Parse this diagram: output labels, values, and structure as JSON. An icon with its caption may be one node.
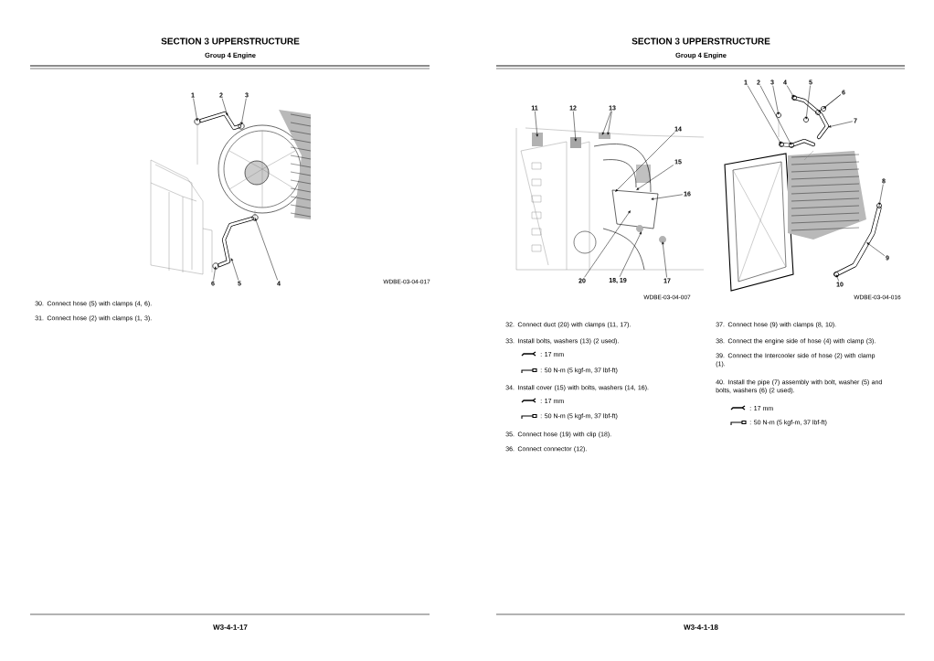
{
  "diagram": {
    "nodes": [
      {
        "text": [
          "1"
        ]
      },
      {
        "text": [
          "2"
        ]
      },
      {
        "text": [
          "3"
        ]
      },
      {
        "text": [
          "6"
        ]
      },
      {
        "text": [
          "5"
        ]
      },
      {
        "text": [
          "4"
        ]
      },
      {
        "text": [
          "11"
        ]
      },
      {
        "text": [
          "12"
        ]
      },
      {
        "text": [
          "13"
        ]
      },
      {
        "text": [
          "14"
        ]
      },
      {
        "text": [
          "15"
        ]
      },
      {
        "text": [
          "16"
        ]
      },
      {
        "text": [
          "20"
        ]
      },
      {
        "text": [
          "18, 19"
        ]
      },
      {
        "text": [
          "17"
        ]
      },
      {
        "text": [
          "1"
        ]
      },
      {
        "text": [
          "2"
        ]
      },
      {
        "text": [
          "3"
        ]
      },
      {
        "text": [
          "4"
        ]
      },
      {
        "text": [
          "5"
        ]
      },
      {
        "text": [
          "6"
        ]
      },
      {
        "text": [
          "7"
        ]
      },
      {
        "text": [
          "8"
        ]
      },
      {
        "text": [
          "9"
        ]
      },
      {
        "text": [
          "10"
        ]
      }
    ],
    "edges": [
      {
        "from": 0,
        "to": null,
        "arrow": "to"
      },
      {
        "from": 1,
        "to": null,
        "arrow": "to"
      },
      {
        "from": 2,
        "to": null,
        "arrow": "to"
      },
      {
        "from": 3,
        "to": null,
        "arrow": "to"
      },
      {
        "from": 4,
        "to": null,
        "arrow": "to"
      },
      {
        "from": 5,
        "to": null,
        "arrow": "to"
      },
      {
        "from": 6,
        "to": null,
        "arrow": "to"
      },
      {
        "from": 7,
        "to": null,
        "arrow": "to"
      },
      {
        "from": 8,
        "to": null,
        "arrow": "to"
      },
      {
        "from": 8,
        "to": null,
        "arrow": "to"
      },
      {
        "from": 9,
        "to": null,
        "arrow": "to"
      },
      {
        "from": 10,
        "to": null,
        "arrow": "to"
      },
      {
        "from": 11,
        "to": null,
        "arrow": "to"
      },
      {
        "from": 12,
        "to": null,
        "arrow": "to"
      },
      {
        "from": 13,
        "to": null,
        "arrow": "to"
      },
      {
        "from": 14,
        "to": null,
        "arrow": "to"
      },
      {
        "from": 15,
        "to": null,
        "arrow": "to"
      },
      {
        "from": 16,
        "to": null,
        "arrow": "to"
      },
      {
        "from": 17,
        "to": null,
        "arrow": "to"
      },
      {
        "from": 18,
        "to": null,
        "arrow": "to"
      },
      {
        "from": 19,
        "to": null,
        "arrow": "to"
      },
      {
        "from": 20,
        "to": null,
        "arrow": "to"
      },
      {
        "from": 20,
        "to": null,
        "arrow": "to"
      },
      {
        "from": 21,
        "to": null,
        "arrow": "to"
      },
      {
        "from": 22,
        "to": null,
        "arrow": "to"
      },
      {
        "from": 23,
        "to": null,
        "arrow": "to"
      },
      {
        "from": 24,
        "to": null,
        "arrow": "to"
      }
    ],
    "labels": [
      "SECTION 3 UPPERSTRUCTURE",
      "Group 4 Engine",
      "WDBE-03-04-017",
      "30. Connect hose (5) with clamps (4, 6).",
      "31. Connect hose (2) with clamps (1, 3).",
      "W3-4-1-17",
      "SECTION 3 UPPERSTRUCTURE",
      "Group 4 Engine",
      "WDBE-03-04-007",
      "WDBE-03-04-016",
      "32. Connect duct (20) with clamps (11, 17).",
      "33. Install bolts, washers (13) (2 used).",
      ": 17 mm",
      ": 50 N-m (5 kgf-m, 37 lbf-ft)",
      "34. Install cover (15) with bolts, washers (14, 16).",
      ": 17 mm",
      ": 50 N-m (5 kgf-m, 37 lbf-ft)",
      "35. Connect hose (19) with clip (18).",
      "36. Connect connector (12).",
      "37. Connect hose (9) with clamps (8, 10).",
      "38. Connect the engine side of hose (4) with clamp (3).",
      "39. Connect the Intercooler side of hose (2) with clamp (1).",
      "40. Install the pipe (7) assembly with bolt, washer (5) and bolts, washers (6) (2 used).",
      ": 17 mm",
      ": 50 N-m (5 kgf-m, 37 lbf-ft)",
      "W3-4-1-18"
    ]
  }
}
